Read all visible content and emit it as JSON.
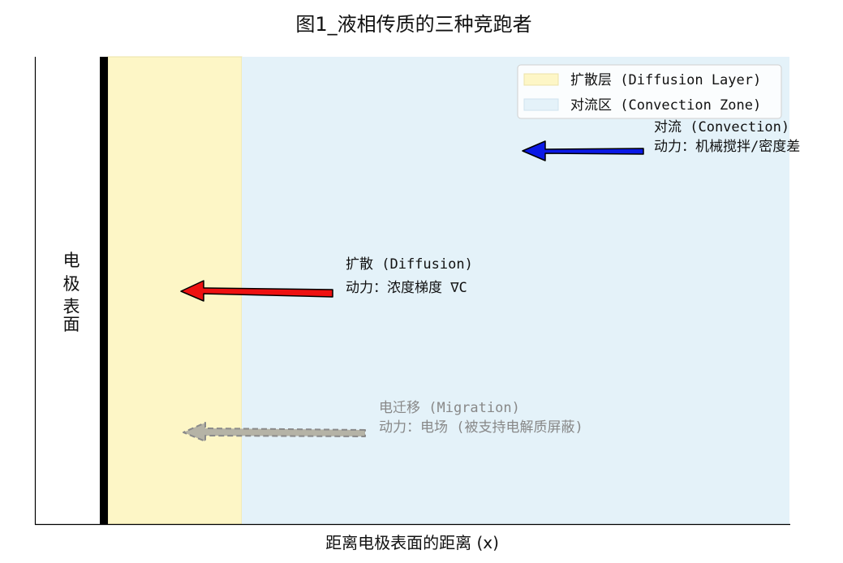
{
  "title": "图1_液相传质的三种竞跑者",
  "xlabel": "距离电极表面的距离 (x)",
  "electrode_label": [
    "电",
    "极",
    "表",
    "面"
  ],
  "legend": [
    {
      "label": "扩散层 (Diffusion Layer)",
      "color": "#fdf6c6"
    },
    {
      "label": "对流区 (Convection Zone)",
      "color": "#e4f2f9"
    }
  ],
  "annotations": {
    "convection": {
      "line1": "对流 (Convection)",
      "line2": "动力：机械搅拌/密度差",
      "arrow_color": "#0b19e6"
    },
    "diffusion": {
      "line1": "扩散 (Diffusion)",
      "line2": "动力：浓度梯度 ∇C",
      "arrow_color": "#ee1111"
    },
    "migration": {
      "line1": "电迁移 (Migration)",
      "line2": "动力：电场 (被支持电解质屏蔽)",
      "arrow_color": "#b5b3a6",
      "text_color": "#888888"
    }
  },
  "colors": {
    "electrode": "#000000",
    "diffusion_zone": "#fdf6c6",
    "convection_zone": "#e4f2f9"
  }
}
